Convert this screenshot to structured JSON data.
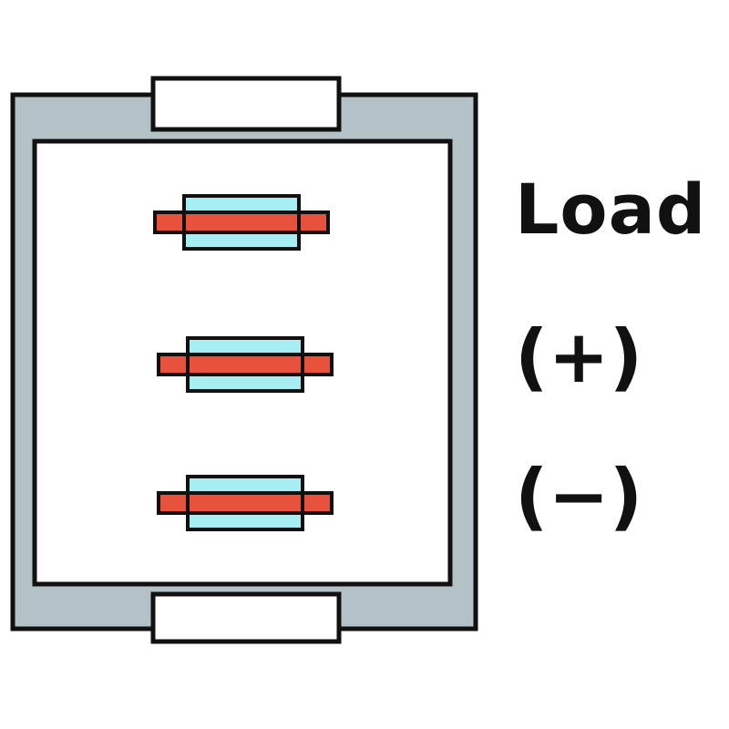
{
  "labels": {
    "load": "Load",
    "positive": "(+)",
    "negative": "(−)"
  },
  "pins": [
    {
      "name": "load-pin"
    },
    {
      "name": "positive-pin"
    },
    {
      "name": "negative-pin"
    }
  ],
  "colors": {
    "housing": "#b4c2c8",
    "outline": "#111111",
    "face": "#ffffff",
    "terminal_body": "#a7eef2",
    "terminal_blade": "#e8513b",
    "text": "#111111"
  }
}
